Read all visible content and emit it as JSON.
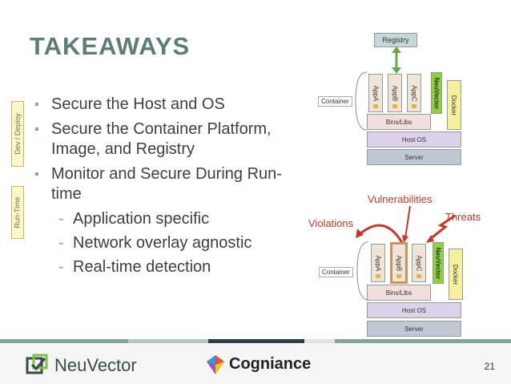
{
  "title": "TAKEAWAYS",
  "side_tags": {
    "dev_deploy": "Dev / Deploy",
    "run_time": "Run-Time"
  },
  "bullets": [
    "Secure the Host and OS",
    "Secure the Container Platform, Image, and Registry",
    "Monitor and Secure During Run-time"
  ],
  "sub_bullets": [
    "Application specific",
    "Network overlay agnostic",
    "Real-time detection"
  ],
  "diagram": {
    "registry": "Registry",
    "container": "Container",
    "server": "Server",
    "host_os": "Host OS",
    "bins_libs": "Bins/Libs",
    "apps": [
      "AppA",
      "AppB",
      "AppC"
    ],
    "neuvector": "NeuVector",
    "docker": "Docker",
    "vulnerabilities": "Vulnerabilities",
    "violations": "Violations",
    "threats": "Threats"
  },
  "footer": {
    "brand1": "NeuVector",
    "brand2": "Cogniance",
    "page": "21"
  },
  "colors": {
    "title": "#5f7c7a",
    "accent_red": "#c0392b",
    "neuvector_green": "#8cd23c"
  }
}
